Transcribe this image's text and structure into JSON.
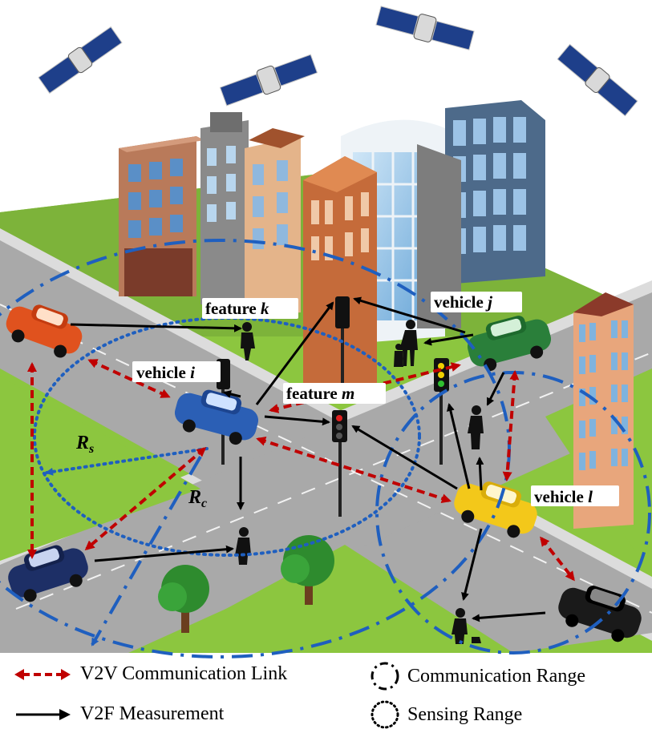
{
  "labels": {
    "vehicle_i": "vehicle i",
    "vehicle_j": "vehicle j",
    "vehicle_l": "vehicle l",
    "feature_k": "feature k",
    "feature_m": "feature m",
    "rs": "R",
    "rs_sub": "s",
    "rc": "R",
    "rc_sub": "c"
  },
  "legend": {
    "v2v": "V2V Communication Link",
    "v2f": "V2F Measurement",
    "comm_range": "Communication Range",
    "sensing_range": "Sensing Range"
  },
  "colors": {
    "v2v": "#c00000",
    "v2f": "#000000",
    "comm_range": "#1f5fbf",
    "sensing_range": "#1f5fbf",
    "road": "#a9a9a9",
    "grass": "#8cc63f"
  }
}
